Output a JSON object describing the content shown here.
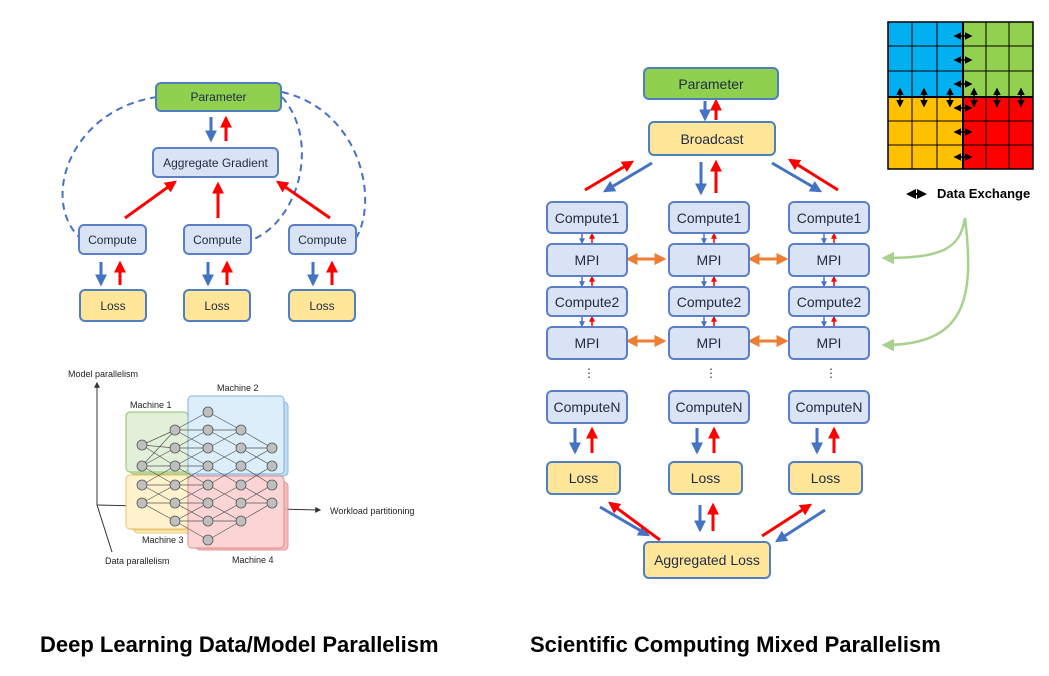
{
  "captions": {
    "left": "Deep Learning Data/Model Parallelism",
    "right": "Scientific Computing Mixed Parallelism"
  },
  "left_top": {
    "parameter": "Parameter",
    "aggregate": "Aggregate Gradient",
    "compute": [
      "Compute",
      "Compute",
      "Compute"
    ],
    "loss": [
      "Loss",
      "Loss",
      "Loss"
    ]
  },
  "model_diagram": {
    "y_axis": "Model parallelism",
    "x_axis": "Workload partitioning",
    "z_axis": "Data parallelism",
    "machines": [
      "Machine 1",
      "Machine 2",
      "Machine 3",
      "Machine 4"
    ]
  },
  "right": {
    "parameter": "Parameter",
    "broadcast": "Broadcast",
    "columns": [
      {
        "compute1": "Compute1",
        "mpi1": "MPI",
        "compute2": "Compute2",
        "mpi2": "MPI",
        "ellipsis": "⋮",
        "computeN": "ComputeN",
        "loss": "Loss"
      },
      {
        "compute1": "Compute1",
        "mpi1": "MPI",
        "compute2": "Compute2",
        "mpi2": "MPI",
        "ellipsis": "⋮",
        "computeN": "ComputeN",
        "loss": "Loss"
      },
      {
        "compute1": "Compute1",
        "mpi1": "MPI",
        "compute2": "Compute2",
        "mpi2": "MPI",
        "ellipsis": "⋮",
        "computeN": "ComputeN",
        "loss": "Loss"
      }
    ],
    "aggregated_loss": "Aggregated Loss",
    "data_exchange": "Data Exchange"
  },
  "colors": {
    "blue_arrow": "#4472c4",
    "red_arrow": "#ff0000",
    "orange_arrow": "#ed7d31",
    "green_arrow": "#8fd14f",
    "grid_blue": "#00b0f0",
    "grid_green": "#92d050",
    "grid_yellow": "#ffc000",
    "grid_red": "#ff0000"
  }
}
